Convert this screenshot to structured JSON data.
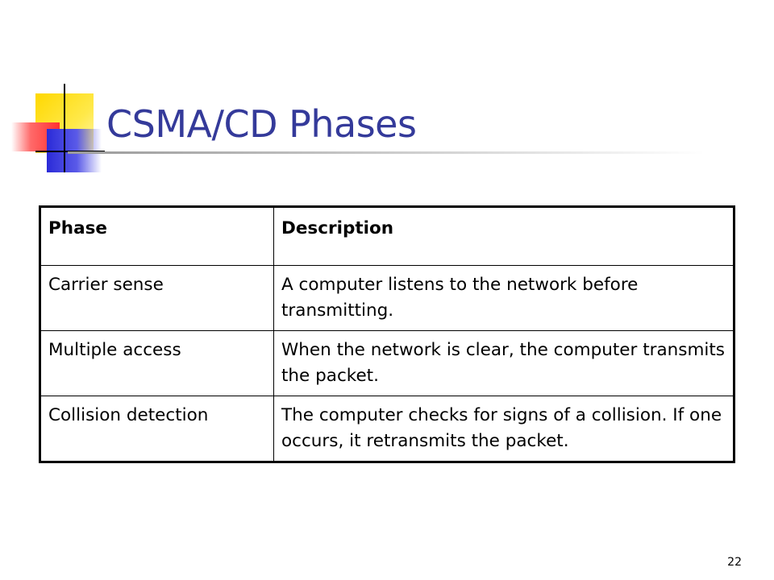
{
  "slide": {
    "title": "CSMA/CD Phases",
    "page_number": "22"
  },
  "table": {
    "headers": [
      "Phase",
      "Description"
    ],
    "rows": [
      {
        "phase": "Carrier sense",
        "description": "A computer listens to the network before transmitting."
      },
      {
        "phase": "Multiple access",
        "description": "When the network is clear, the computer transmits the packet."
      },
      {
        "phase": "Collision detection",
        "description": "The computer checks for signs of a collision. If one occurs, it retransmits the packet."
      }
    ]
  },
  "colors": {
    "title": "#343a9a",
    "logo_yellow": "#ffd800",
    "logo_red": "#ff3030",
    "logo_blue": "#2b2bd8"
  }
}
